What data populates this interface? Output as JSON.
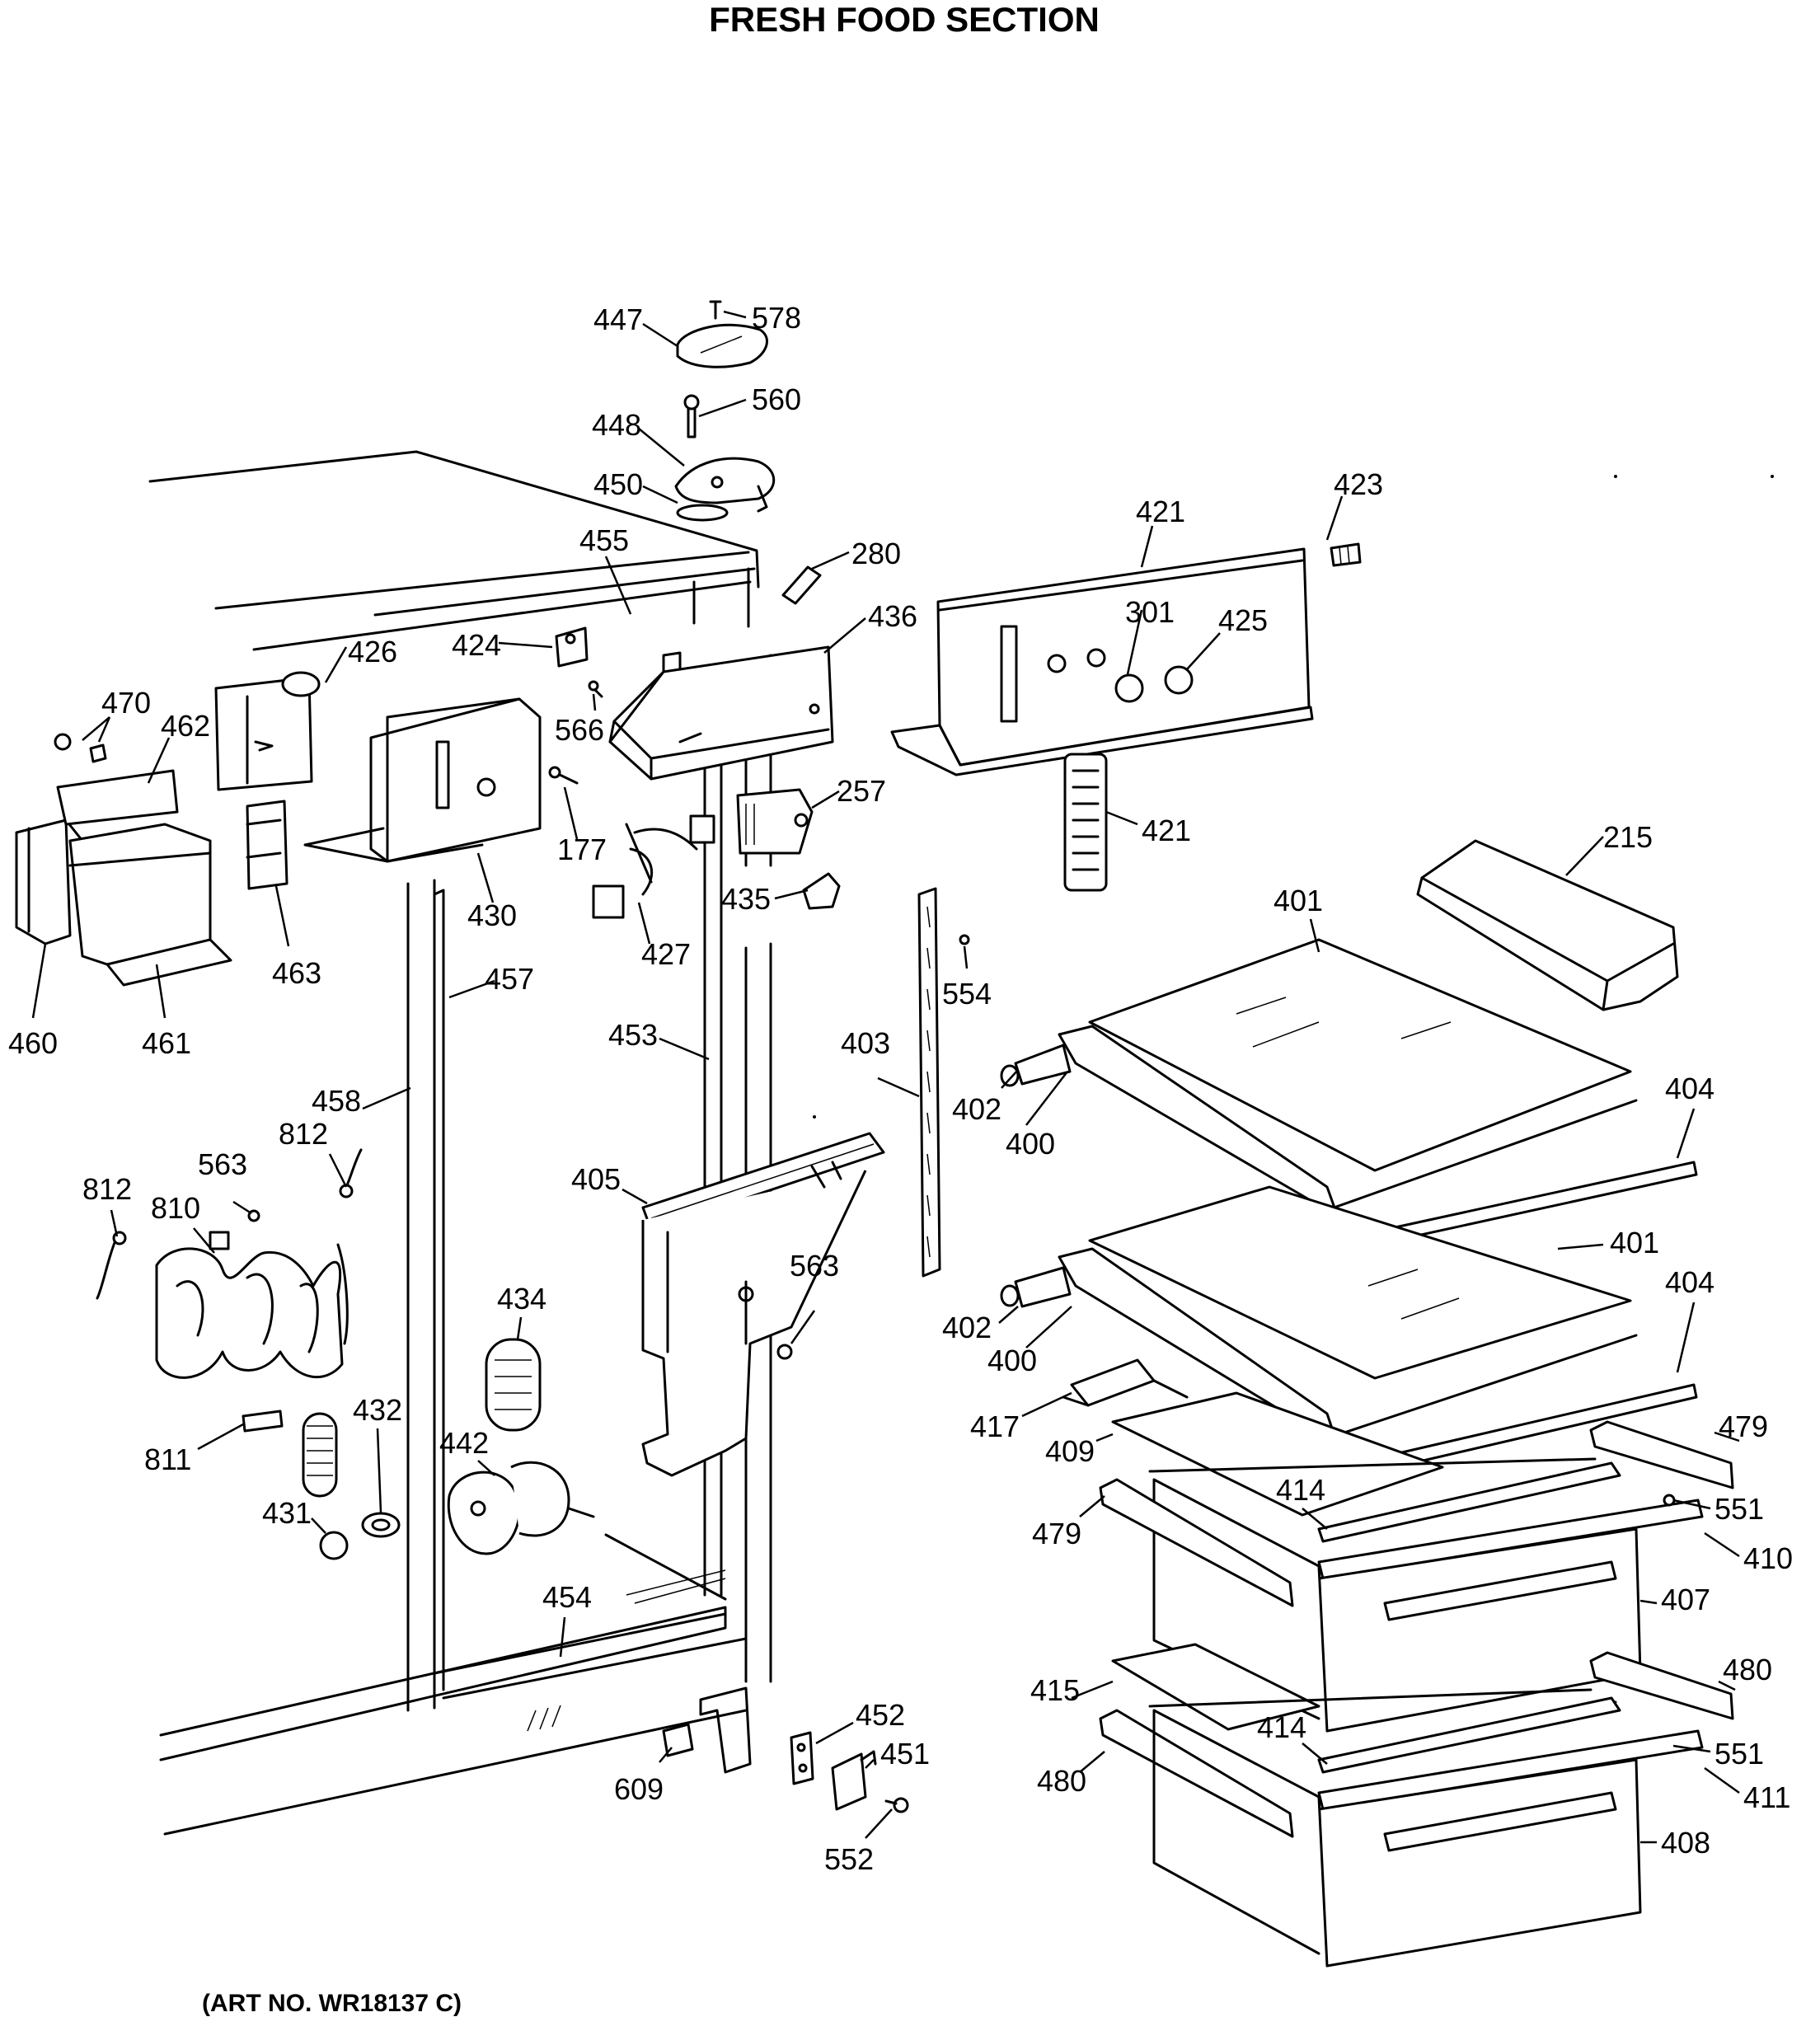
{
  "title": "FRESH FOOD SECTION",
  "art_no": "(ART NO. WR18137 C)",
  "callouts": [
    {
      "id": "c447",
      "label": "447"
    },
    {
      "id": "c578",
      "label": "578"
    },
    {
      "id": "c560",
      "label": "560"
    },
    {
      "id": "c448",
      "label": "448"
    },
    {
      "id": "c450",
      "label": "450"
    },
    {
      "id": "c455",
      "label": "455"
    },
    {
      "id": "c280",
      "label": "280"
    },
    {
      "id": "c421a",
      "label": "421"
    },
    {
      "id": "c423",
      "label": "423"
    },
    {
      "id": "c424",
      "label": "424"
    },
    {
      "id": "c426",
      "label": "426"
    },
    {
      "id": "c436",
      "label": "436"
    },
    {
      "id": "c301",
      "label": "301"
    },
    {
      "id": "c425",
      "label": "425"
    },
    {
      "id": "c470",
      "label": "470"
    },
    {
      "id": "c462",
      "label": "462"
    },
    {
      "id": "c566",
      "label": "566"
    },
    {
      "id": "c257",
      "label": "257"
    },
    {
      "id": "c421b",
      "label": "421"
    },
    {
      "id": "c177",
      "label": "177"
    },
    {
      "id": "c430",
      "label": "430"
    },
    {
      "id": "c215",
      "label": "215"
    },
    {
      "id": "c435",
      "label": "435"
    },
    {
      "id": "c401a",
      "label": "401"
    },
    {
      "id": "c463",
      "label": "463"
    },
    {
      "id": "c427",
      "label": "427"
    },
    {
      "id": "c457",
      "label": "457"
    },
    {
      "id": "c554",
      "label": "554"
    },
    {
      "id": "c460",
      "label": "460"
    },
    {
      "id": "c461",
      "label": "461"
    },
    {
      "id": "c453",
      "label": "453"
    },
    {
      "id": "c403",
      "label": "403"
    },
    {
      "id": "c404a",
      "label": "404"
    },
    {
      "id": "c458",
      "label": "458"
    },
    {
      "id": "c402a",
      "label": "402"
    },
    {
      "id": "c400a",
      "label": "400"
    },
    {
      "id": "c812a",
      "label": "812"
    },
    {
      "id": "c563a",
      "label": "563"
    },
    {
      "id": "c812b",
      "label": "812"
    },
    {
      "id": "c810",
      "label": "810"
    },
    {
      "id": "c405",
      "label": "405"
    },
    {
      "id": "c401b",
      "label": "401"
    },
    {
      "id": "c563b",
      "label": "563"
    },
    {
      "id": "c434",
      "label": "434"
    },
    {
      "id": "c404b",
      "label": "404"
    },
    {
      "id": "c402b",
      "label": "402"
    },
    {
      "id": "c400b",
      "label": "400"
    },
    {
      "id": "c432",
      "label": "432"
    },
    {
      "id": "c811",
      "label": "811"
    },
    {
      "id": "c417",
      "label": "417"
    },
    {
      "id": "c442",
      "label": "442"
    },
    {
      "id": "c479a",
      "label": "479"
    },
    {
      "id": "c409",
      "label": "409"
    },
    {
      "id": "c431",
      "label": "431"
    },
    {
      "id": "c414a",
      "label": "414"
    },
    {
      "id": "c551a",
      "label": "551"
    },
    {
      "id": "c479b",
      "label": "479"
    },
    {
      "id": "c410",
      "label": "410"
    },
    {
      "id": "c454",
      "label": "454"
    },
    {
      "id": "c407",
      "label": "407"
    },
    {
      "id": "c480a",
      "label": "480"
    },
    {
      "id": "c415",
      "label": "415"
    },
    {
      "id": "c452",
      "label": "452"
    },
    {
      "id": "c414b",
      "label": "414"
    },
    {
      "id": "c551b",
      "label": "551"
    },
    {
      "id": "c451",
      "label": "451"
    },
    {
      "id": "c480b",
      "label": "480"
    },
    {
      "id": "c609",
      "label": "609"
    },
    {
      "id": "c411",
      "label": "411"
    },
    {
      "id": "c408",
      "label": "408"
    },
    {
      "id": "c552",
      "label": "552"
    }
  ]
}
